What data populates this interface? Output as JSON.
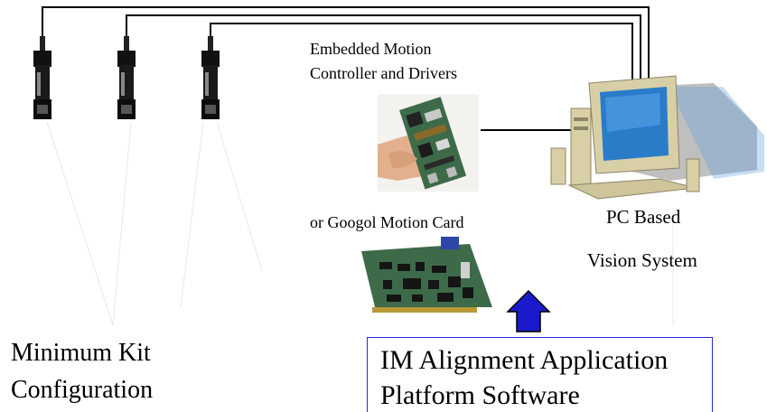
{
  "controller": {
    "title_line1": "Embedded Motion",
    "title_line2": "Controller and Drivers"
  },
  "motion_card": {
    "label": "or Googol Motion Card"
  },
  "pc": {
    "line1": "PC Based",
    "line2": "Vision System"
  },
  "kit": {
    "line1": "Minimum Kit",
    "line2": "Configuration"
  },
  "software": {
    "line1": "IM Alignment Application",
    "line2": "Platform Software"
  },
  "colors": {
    "cable": "#000000",
    "arrow": "#1a1acc",
    "box_border": "#2b2bd6",
    "monitor_screen": "#2a7cc9",
    "beige": "#d9cfa6",
    "pcb": "#3d6b4a"
  },
  "icons": [
    "camera-icon",
    "controller-board-photo",
    "motion-card-photo",
    "pc-computer-icon",
    "up-arrow-icon"
  ]
}
